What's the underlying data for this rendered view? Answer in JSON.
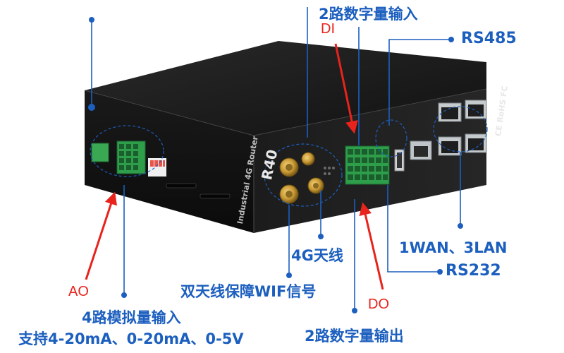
{
  "product": {
    "model": "R40",
    "side_text": "Industrial 4G Router",
    "cert_marks": "CE RoHS FC"
  },
  "callouts": {
    "di_inputs": "2路数字量输入",
    "rs485": "RS485",
    "wan_lan": "1WAN、3LAN",
    "antenna_4g": "4G天线",
    "rs232": "RS232",
    "dual_antenna_wifi": "双天线保障WIF信号",
    "analog_inputs": "4路模拟量输入",
    "analog_range": "支持4-20mA、0-20mA、0-5V",
    "do_outputs": "2路数字量输出"
  },
  "arrow_labels": {
    "di": "DI",
    "do": "DO",
    "ao": "AO"
  },
  "colors": {
    "callout_blue": "#1c5fbf",
    "arrow_red": "#e8231c",
    "device_black": "#141414",
    "terminal_green": "#2f9e4a"
  }
}
